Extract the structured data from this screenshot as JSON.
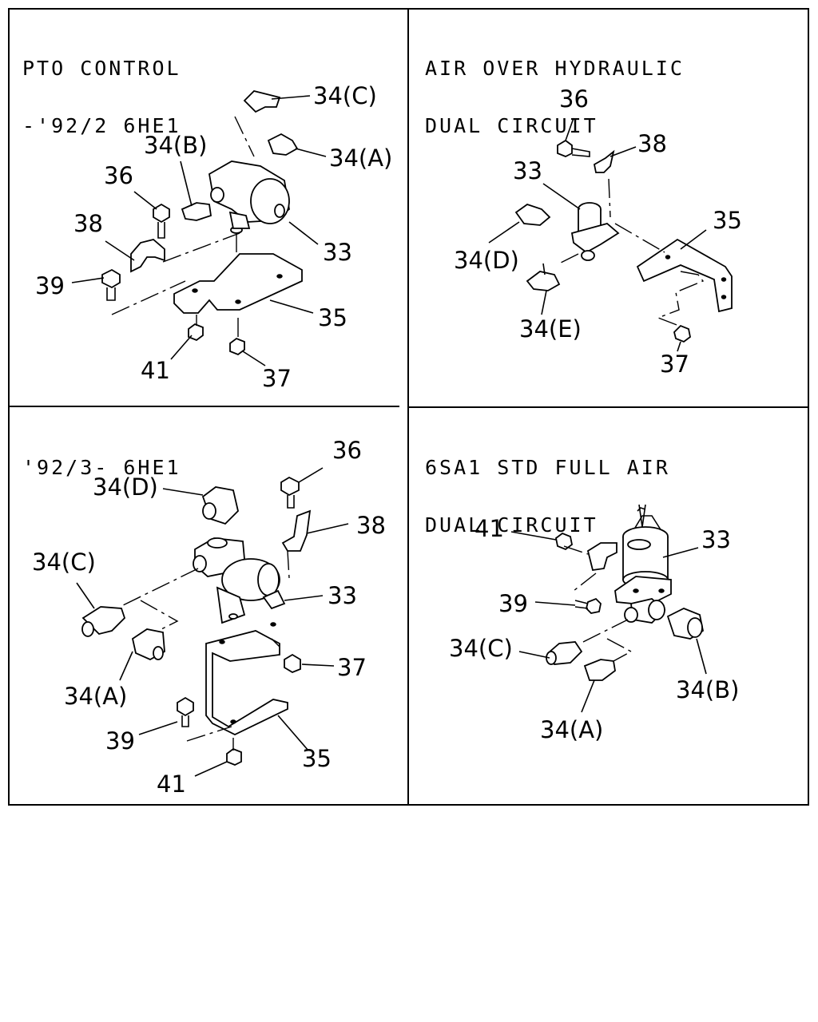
{
  "panels": [
    {
      "title_lines": [
        "PTO CONTROL",
        "-'92/2 6HE1"
      ],
      "callouts": [
        "34(C)",
        "34(B)",
        "34(A)",
        "36",
        "38",
        "33",
        "39",
        "35",
        "41",
        "37"
      ]
    },
    {
      "title_lines": [
        "AIR OVER HYDRAULIC",
        "DUAL CIRCUIT"
      ],
      "callouts": [
        "36",
        "38",
        "33",
        "35",
        "34(D)",
        "34(E)",
        "37"
      ]
    },
    {
      "title_lines": [
        "'92/3- 6HE1"
      ],
      "callouts": [
        "36",
        "34(D)",
        "38",
        "34(C)",
        "33",
        "37",
        "34(A)",
        "39",
        "35",
        "41"
      ]
    },
    {
      "title_lines": [
        "6SA1 STD FULL AIR",
        "DUAL CIRCUIT"
      ],
      "callouts": [
        "41",
        "33",
        "39",
        "34(C)",
        "34(B)",
        "34(A)"
      ]
    }
  ]
}
